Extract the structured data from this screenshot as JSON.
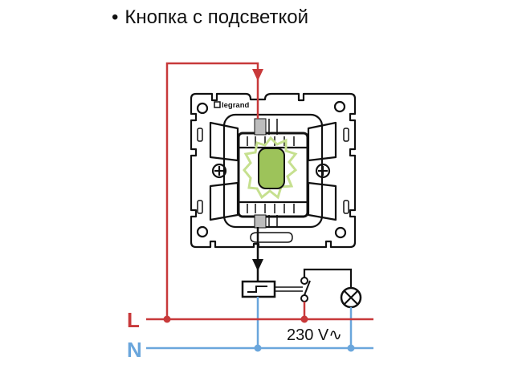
{
  "title": {
    "bullet": "•",
    "text": "Кнопка с подсветкой"
  },
  "device": {
    "brand": "legrand",
    "indicator_color": "#9dc35a",
    "glow_color": "#c6e08f"
  },
  "lines": {
    "L": {
      "label": "L",
      "color": "#c8393a"
    },
    "N": {
      "label": "N",
      "color": "#6aa6dc"
    }
  },
  "control_wire_color": "#111111",
  "supply": {
    "voltage_label": "230 V∿"
  },
  "components": [
    {
      "id": "pushbutton",
      "type": "push-button-with-backlight"
    },
    {
      "id": "impulse-relay",
      "type": "impulse-relay-coil"
    },
    {
      "id": "relay-contact",
      "type": "switch-contact"
    },
    {
      "id": "lamp",
      "type": "lamp"
    }
  ]
}
